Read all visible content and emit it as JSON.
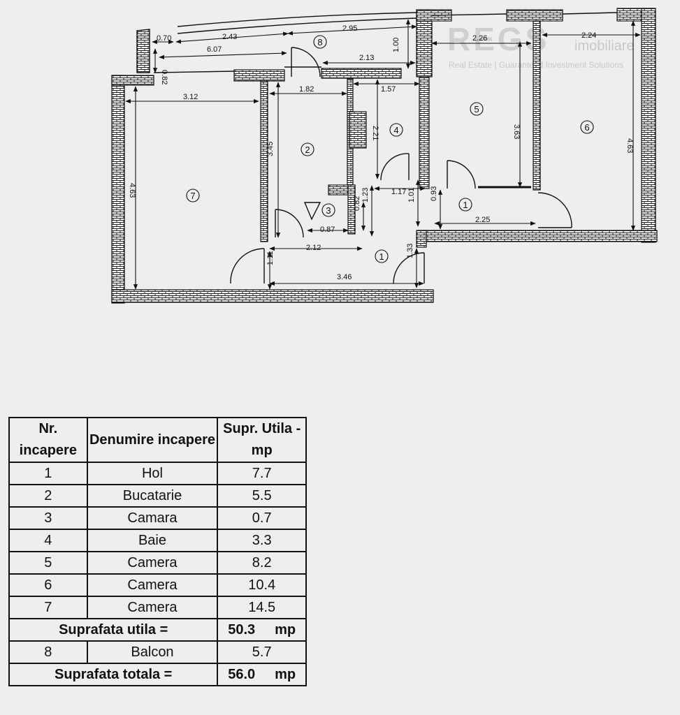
{
  "watermark": {
    "brand": "REGS",
    "brand_suffix": "imobiliare",
    "tagline": "Real Estate | Guaranteed Investment Solutions"
  },
  "plan": {
    "room_labels": [
      "1",
      "2",
      "3",
      "4",
      "5",
      "6",
      "7",
      "8"
    ],
    "dimensions": {
      "balcony_a": "0.70",
      "balcony_b": "2.43",
      "balcony_c": "2.95",
      "balcony_d": "1.00",
      "balcony_e": "0.82",
      "balcony_f": "6.07",
      "balcony_g": "2.13",
      "room5_w": "2.26",
      "room6_w": "2.24",
      "room5_h": "3.63",
      "room6_h": "4.63",
      "room7_w": "3.12",
      "room7_h": "4.63",
      "kitchen_w": "1.82",
      "kitchen_h": "3.45",
      "bath_w": "1.57",
      "bath_h": "2.21",
      "hall_a": "1.17",
      "hall_b": "1.23",
      "hall_c": "1.01",
      "hall_d": "0.93",
      "hall_e": "2.25",
      "pantry_h": "0.82",
      "pantry_w": "0.87",
      "hall_f": "2.12",
      "hall_g": "1.11",
      "hall_h": "1.33",
      "hall_i": "3.46"
    }
  },
  "table": {
    "headers": [
      "Nr. incapere",
      "Denumire incapere",
      "Supr. Utila - mp"
    ],
    "rows": [
      {
        "nr": "1",
        "name": "Hol",
        "area": "7.7"
      },
      {
        "nr": "2",
        "name": "Bucatarie",
        "area": "5.5"
      },
      {
        "nr": "3",
        "name": "Camara",
        "area": "0.7"
      },
      {
        "nr": "4",
        "name": "Baie",
        "area": "3.3"
      },
      {
        "nr": "5",
        "name": "Camera",
        "area": "8.2"
      },
      {
        "nr": "6",
        "name": "Camera",
        "area": "10.4"
      },
      {
        "nr": "7",
        "name": "Camera",
        "area": "14.5"
      }
    ],
    "useful_label": "Suprafata utila =",
    "useful_value": "50.3",
    "unit": "mp",
    "balcony": {
      "nr": "8",
      "name": "Balcon",
      "area": "5.7"
    },
    "total_label": "Suprafata totala =",
    "total_value": "56.0"
  }
}
